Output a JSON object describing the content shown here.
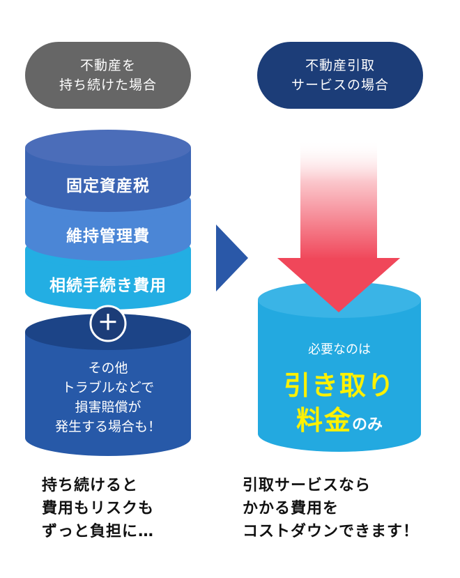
{
  "left_pill": {
    "line1": "不動産を",
    "line2": "持ち続けた場合"
  },
  "right_pill": {
    "line1": "不動産引取",
    "line2": "サービスの場合"
  },
  "cost_layers": [
    {
      "label": "固定資産税",
      "color": "#3b64b3"
    },
    {
      "label": "維持管理費",
      "color": "#4b86d6"
    },
    {
      "label": "相続手続き費用",
      "color": "#23aee3"
    }
  ],
  "plus_symbol": "＋",
  "other_costs": {
    "line1": "その他",
    "line2": "トラブルなどで",
    "line3": "損害賠償が",
    "line4": "発生する場合も！",
    "color": "#2759a8"
  },
  "right_cylinder": {
    "small_text": "必要なのは",
    "highlight_line1": "引き取り",
    "highlight_line2": "料金",
    "suffix": "のみ",
    "color": "#23a9e0",
    "highlight_color": "#fff100"
  },
  "caption_left": {
    "line1": "持ち続けると",
    "line2": "費用もリスクも",
    "line3": "ずっと負担に…"
  },
  "caption_right": {
    "line1": "引取サービスなら",
    "line2": "かかる費用を",
    "line3": "コストダウンできます！"
  },
  "colors": {
    "arrow_right": "#2a58a8",
    "arrow_down_bottom": "#f0475a"
  }
}
